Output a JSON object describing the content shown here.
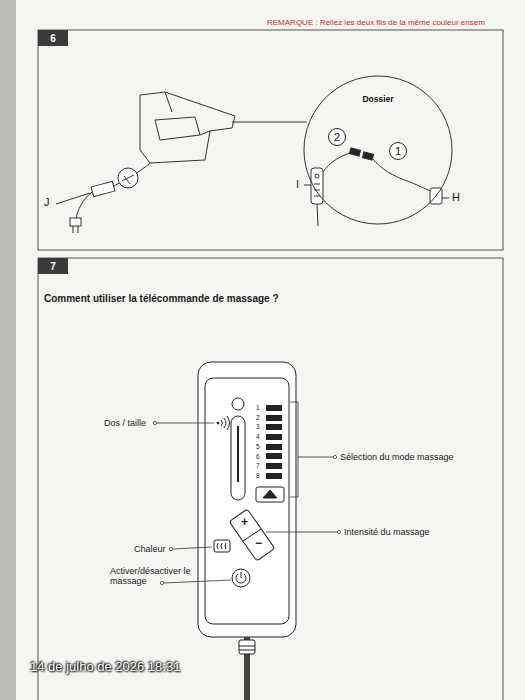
{
  "diagram": {
    "title": "Comment utiliser la télécommande de massage ?",
    "nodes": [
      {
        "text": [
          "6"
        ]
      },
      {
        "text": [
          "Dossier"
        ]
      },
      {
        "text": [
          "2"
        ],
        "in": 1
      },
      {
        "text": [
          "1"
        ],
        "in": 1
      },
      {
        "text": [
          "7"
        ]
      }
    ],
    "labels": [
      "REMARQUE : Reliez les deux fils de la même couleur ensem",
      "J",
      "I",
      "H",
      "Dos / taille",
      "1",
      "2",
      "3",
      "4",
      "5",
      "6",
      "7",
      "8",
      "Sélection du mode massage",
      "+",
      "−",
      "Intensité du massage",
      "Chaleur",
      "Activer/désactiver le massage",
      "14 de julho de 2026 18:31"
    ]
  }
}
